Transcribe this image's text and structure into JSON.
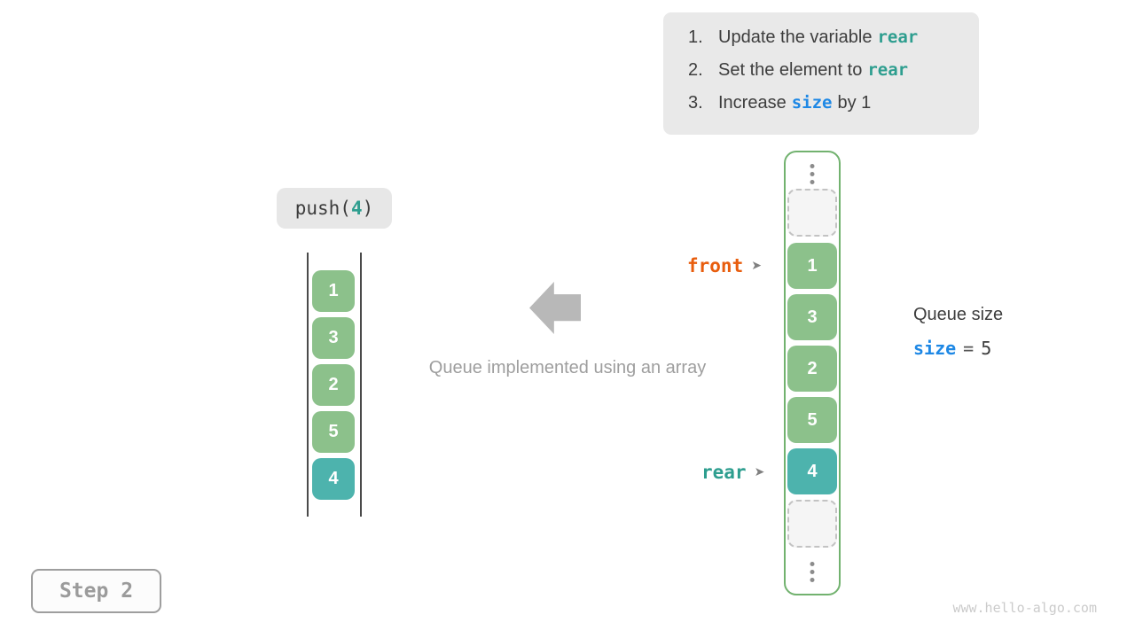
{
  "colors": {
    "teal_code": "#2e9e8f",
    "blue_code": "#1e88e5",
    "orange_pointer": "#e85d0d",
    "cell_green": "#8cc18b",
    "cell_teal": "#4db3ad",
    "container_border_green": "#72b26f"
  },
  "instructions": {
    "items": [
      {
        "num": "1.",
        "text_before": "Update the variable",
        "code": "rear",
        "text_after": ""
      },
      {
        "num": "2.",
        "text_before": "Set the element to",
        "code": "rear",
        "text_after": ""
      },
      {
        "num": "3.",
        "text_before": "Increase",
        "code": "size",
        "text_after": "by 1"
      }
    ]
  },
  "operation": {
    "func": "push(",
    "arg": "4",
    "close": ")"
  },
  "left_array": {
    "cells": [
      "1",
      "3",
      "2",
      "5",
      "4"
    ]
  },
  "arrow_caption": "Queue implemented using an array",
  "right_array": {
    "cells": [
      "1",
      "3",
      "2",
      "5",
      "4"
    ]
  },
  "pointers": {
    "front_label": "front",
    "rear_label": "rear",
    "arrow_glyph": "➤"
  },
  "queue_size": {
    "title": "Queue size",
    "var_name": "size",
    "equals_sign": "=",
    "value": "5"
  },
  "step_badge": {
    "label": "Step 2"
  },
  "watermark": "www.hello-algo.com"
}
